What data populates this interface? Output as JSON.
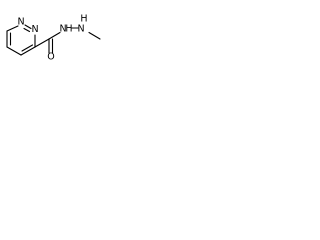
{
  "molecule": {
    "atoms": {
      "ring_n1": "N",
      "ring_n2": "N",
      "carbonyl_o": "O",
      "amide_n": "N",
      "amide_h": "H",
      "methylamino_n": "N",
      "methylamino_h": "H"
    }
  }
}
